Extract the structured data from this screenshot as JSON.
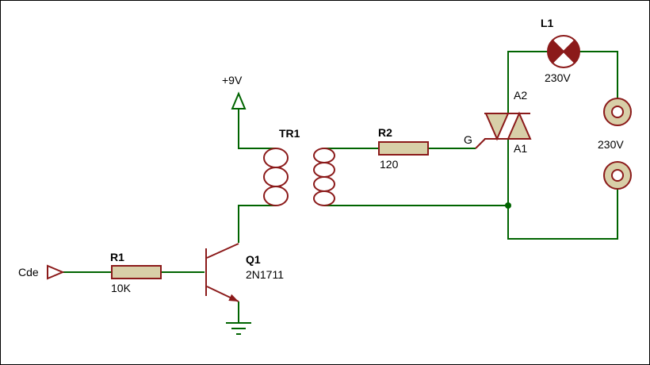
{
  "colors": {
    "wire": "#006400",
    "component": "#8B1A1A",
    "componentFill": "#D8CFA8",
    "text": "#000000",
    "background": "#FFFFFF",
    "border": "#000000"
  },
  "components": {
    "input": {
      "label": "Cde"
    },
    "r1": {
      "ref": "R1",
      "value": "10K"
    },
    "q1": {
      "ref": "Q1",
      "value": "2N1711"
    },
    "supply": {
      "label": "+9V"
    },
    "tr1": {
      "ref": "TR1"
    },
    "r2": {
      "ref": "R2",
      "value": "120"
    },
    "triac": {
      "gate": "G",
      "anode2": "A2",
      "anode1": "A1"
    },
    "l1": {
      "ref": "L1",
      "value": "230V"
    },
    "source": {
      "value": "230V"
    }
  }
}
